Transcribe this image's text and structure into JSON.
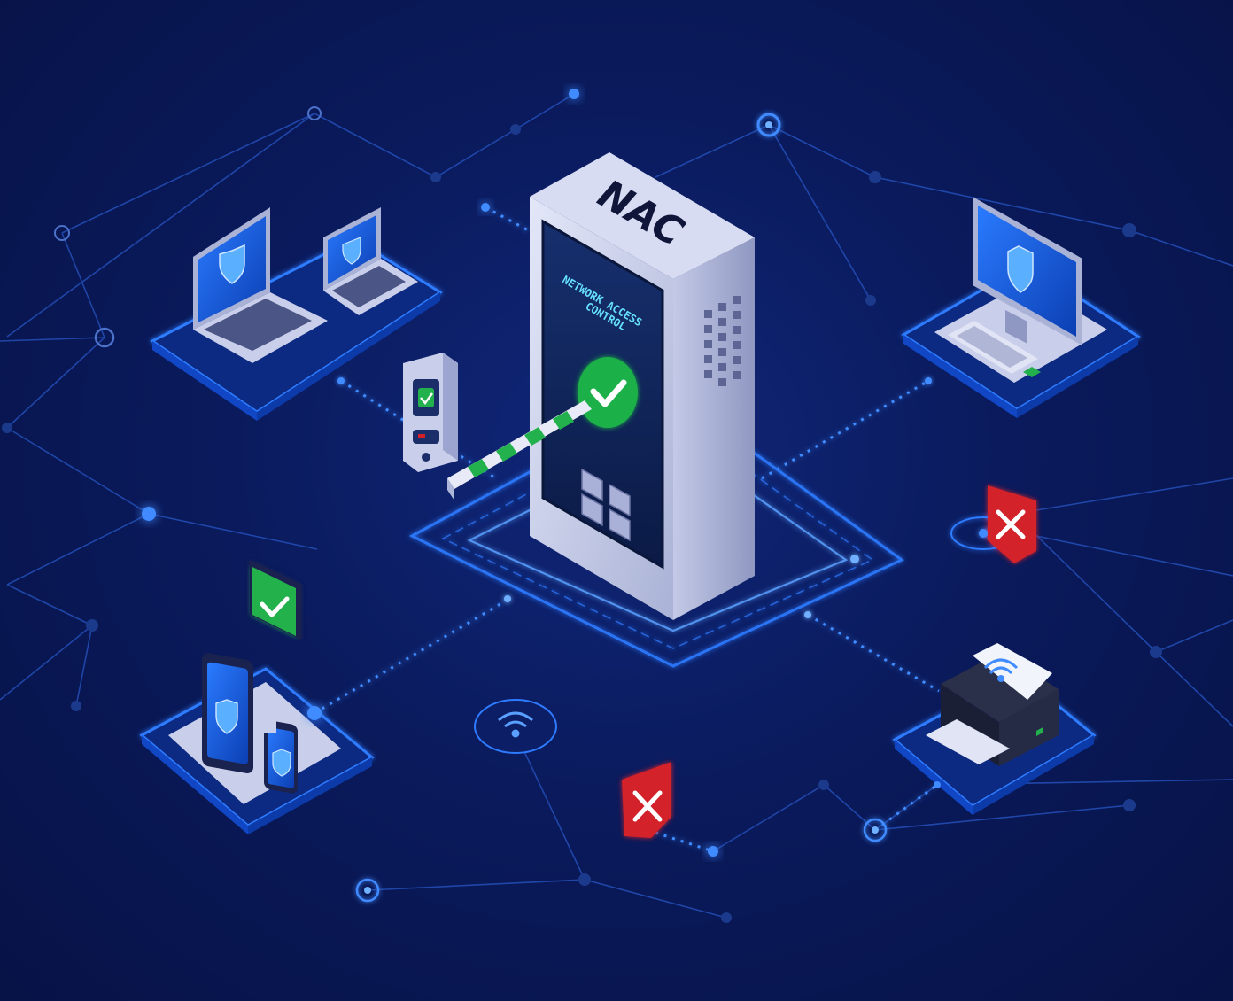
{
  "colors": {
    "background": "#0a1a5c",
    "glow": "#2e7bff",
    "node": "#3d8bff",
    "line": "#2a5fd6",
    "allowed": "#22b14c",
    "denied": "#d3202b",
    "device_body": "#c7cde8",
    "screen": "#1253d6"
  },
  "nac": {
    "brand": "NAC",
    "screen_line1": "NETWORK ACCESS",
    "screen_line2": "CONTROL",
    "status_icon": "check-icon"
  },
  "endpoints": [
    {
      "name": "laptops",
      "icon": "shield-icon",
      "status": "allowed"
    },
    {
      "name": "desktop",
      "icon": "shield-icon",
      "status": "allowed"
    },
    {
      "name": "mobile-devices",
      "icon": "shield-icon",
      "status": "allowed"
    },
    {
      "name": "printer",
      "icon": "wifi-icon",
      "status": "denied"
    },
    {
      "name": "wireless",
      "icon": "wifi-icon",
      "status": "denied"
    }
  ]
}
